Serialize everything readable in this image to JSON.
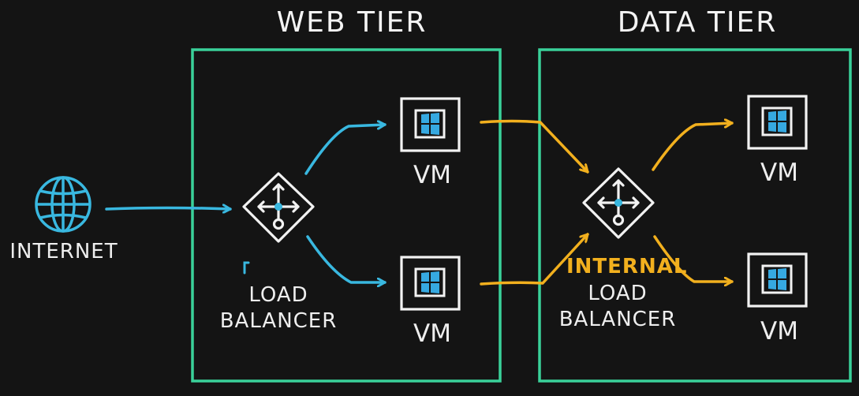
{
  "web_tier": {
    "title": "WEB TIER"
  },
  "data_tier": {
    "title": "DATA TIER"
  },
  "internet": {
    "label": "INTERNET"
  },
  "web_load_balancer": {
    "line1": "LOAD",
    "line2": "BALANCER"
  },
  "internal_load_balancer": {
    "tag": "INTERNAL",
    "line1": "LOAD",
    "line2": "BALANCER"
  },
  "vms": {
    "web_top": "VM",
    "web_bottom": "VM",
    "data_top": "VM",
    "data_bottom": "VM"
  },
  "colors": {
    "background": "#141414",
    "tier_border": "#3ad19a",
    "web_arrow": "#39b8e0",
    "data_arrow": "#f2b01e",
    "icon_stroke": "#f2f2f2",
    "vm_accent": "#36a9e1",
    "lb_node": "#39b8e0",
    "internal_label": "#f2b01e"
  }
}
